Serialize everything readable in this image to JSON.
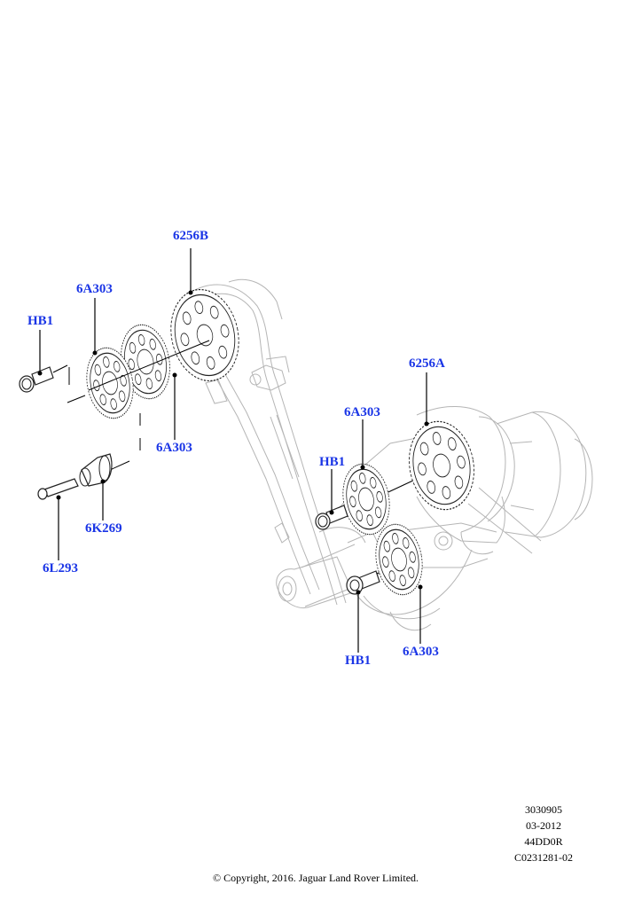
{
  "diagram": {
    "title": "Timing chain gears - exploded parts view",
    "label_color": "#1a35e6",
    "callouts": [
      {
        "id": "c-6256B",
        "text": "6256B",
        "part": "camshaft sprocket B"
      },
      {
        "id": "c-6A303-top",
        "text": "6A303",
        "part": "gear"
      },
      {
        "id": "c-HB1-left",
        "text": "HB1",
        "part": "bolt"
      },
      {
        "id": "c-6A303-mid",
        "text": "6A303",
        "part": "gear"
      },
      {
        "id": "c-6K269",
        "text": "6K269",
        "part": "bushing"
      },
      {
        "id": "c-6L293",
        "text": "6L293",
        "part": "pin"
      },
      {
        "id": "c-6256A",
        "text": "6256A",
        "part": "crankshaft sprocket A"
      },
      {
        "id": "c-6A303-right",
        "text": "6A303",
        "part": "gear"
      },
      {
        "id": "c-HB1-mid",
        "text": "HB1",
        "part": "bolt"
      },
      {
        "id": "c-HB1-bottom",
        "text": "HB1",
        "part": "bolt"
      },
      {
        "id": "c-6A303-bottom",
        "text": "6A303",
        "part": "gear"
      }
    ]
  },
  "info": {
    "lines": [
      "3030905",
      "03-2012",
      "44DD0R",
      "C0231281-02"
    ],
    "copyright": "© Copyright, 2016. Jaguar Land Rover Limited."
  }
}
